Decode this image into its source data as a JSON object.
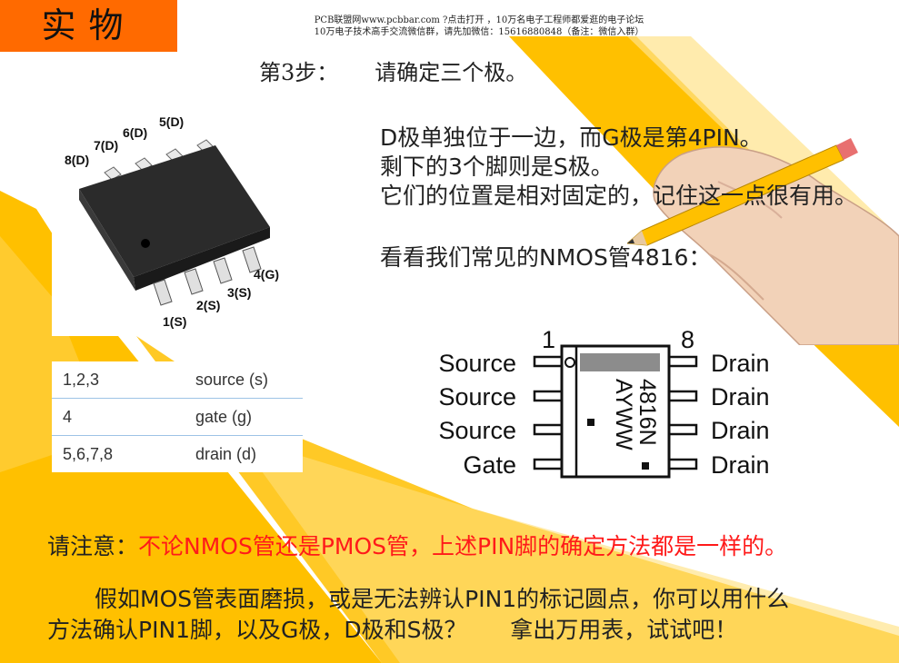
{
  "title_box": "实物",
  "site_banner": {
    "line1": "PCB联盟网www.pcbbar.com ?点击打开 ，10万名电子工程师都爱逛的电子论坛",
    "line2": "10万电子技术高手交流微信群，请先加微信：15616880848（备注：微信入群）"
  },
  "step": {
    "label": "第3步：",
    "text": "请确定三个极。"
  },
  "description": {
    "line1": "D极单独位于一边，而G极是第4PIN。",
    "line2": "剩下的3个脚则是S极。",
    "line3": "它们的位置是相对固定的，记住这一点很有用。",
    "line4": "看看我们常见的NMOS管4816："
  },
  "chip_photo": {
    "pins_top": [
      "8(D)",
      "7(D)",
      "6(D)",
      "5(D)"
    ],
    "pins_bottom": [
      "1(S)",
      "2(S)",
      "3(S)",
      "4(G)"
    ]
  },
  "pin_table": {
    "rows": [
      {
        "pins": "1,2,3",
        "function": "source (s)"
      },
      {
        "pins": "4",
        "function": "gate (g)"
      },
      {
        "pins": "5,6,7,8",
        "function": "drain (d)"
      }
    ]
  },
  "diagram": {
    "pin1_number": "1",
    "pin8_number": "8",
    "left_labels": [
      "Source",
      "Source",
      "Source",
      "Gate"
    ],
    "right_labels": [
      "Drain",
      "Drain",
      "Drain",
      "Drain"
    ],
    "marking_line1": "4816N",
    "marking_line2": "AYWW"
  },
  "note": {
    "prefix": "请注意：",
    "red_text": "不论NMOS管还是PMOS管，上述PIN脚的确定方法都是一样的。"
  },
  "question": {
    "line1": "假如MOS管表面磨损，或是无法辨认PIN1的标记圆点，你可以用什么",
    "line2": "方法确认PIN1脚，以及G极，D极和S极？      拿出万用表，试试吧！"
  },
  "colors": {
    "title_bg": "#FF6A00",
    "stripe": "#FFC000",
    "note_red": "#ff1a1a",
    "table_divider": "#9dc3e6"
  }
}
